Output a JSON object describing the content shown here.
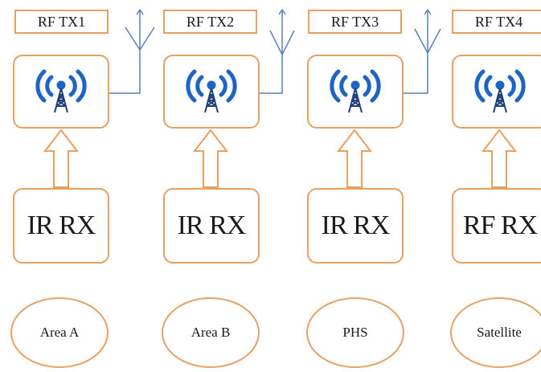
{
  "columns": [
    {
      "tx_label": "RF TX1",
      "rx_label": "IR RX",
      "area_label": "Area A"
    },
    {
      "tx_label": "RF TX2",
      "rx_label": "IR RX",
      "area_label": "Area B"
    },
    {
      "tx_label": "RF TX3",
      "rx_label": "IR RX",
      "area_label": "PHS"
    },
    {
      "tx_label": "RF TX4",
      "rx_label": "RF RX",
      "area_label": "Satellite"
    }
  ],
  "colors": {
    "box_border": "#e8a060",
    "antenna_line": "#5b7fb8",
    "tower_icon": "#1e63c8"
  },
  "icons": {
    "tower": "radio-tower-icon",
    "antenna": "antenna-icon",
    "arrow": "up-arrow"
  }
}
